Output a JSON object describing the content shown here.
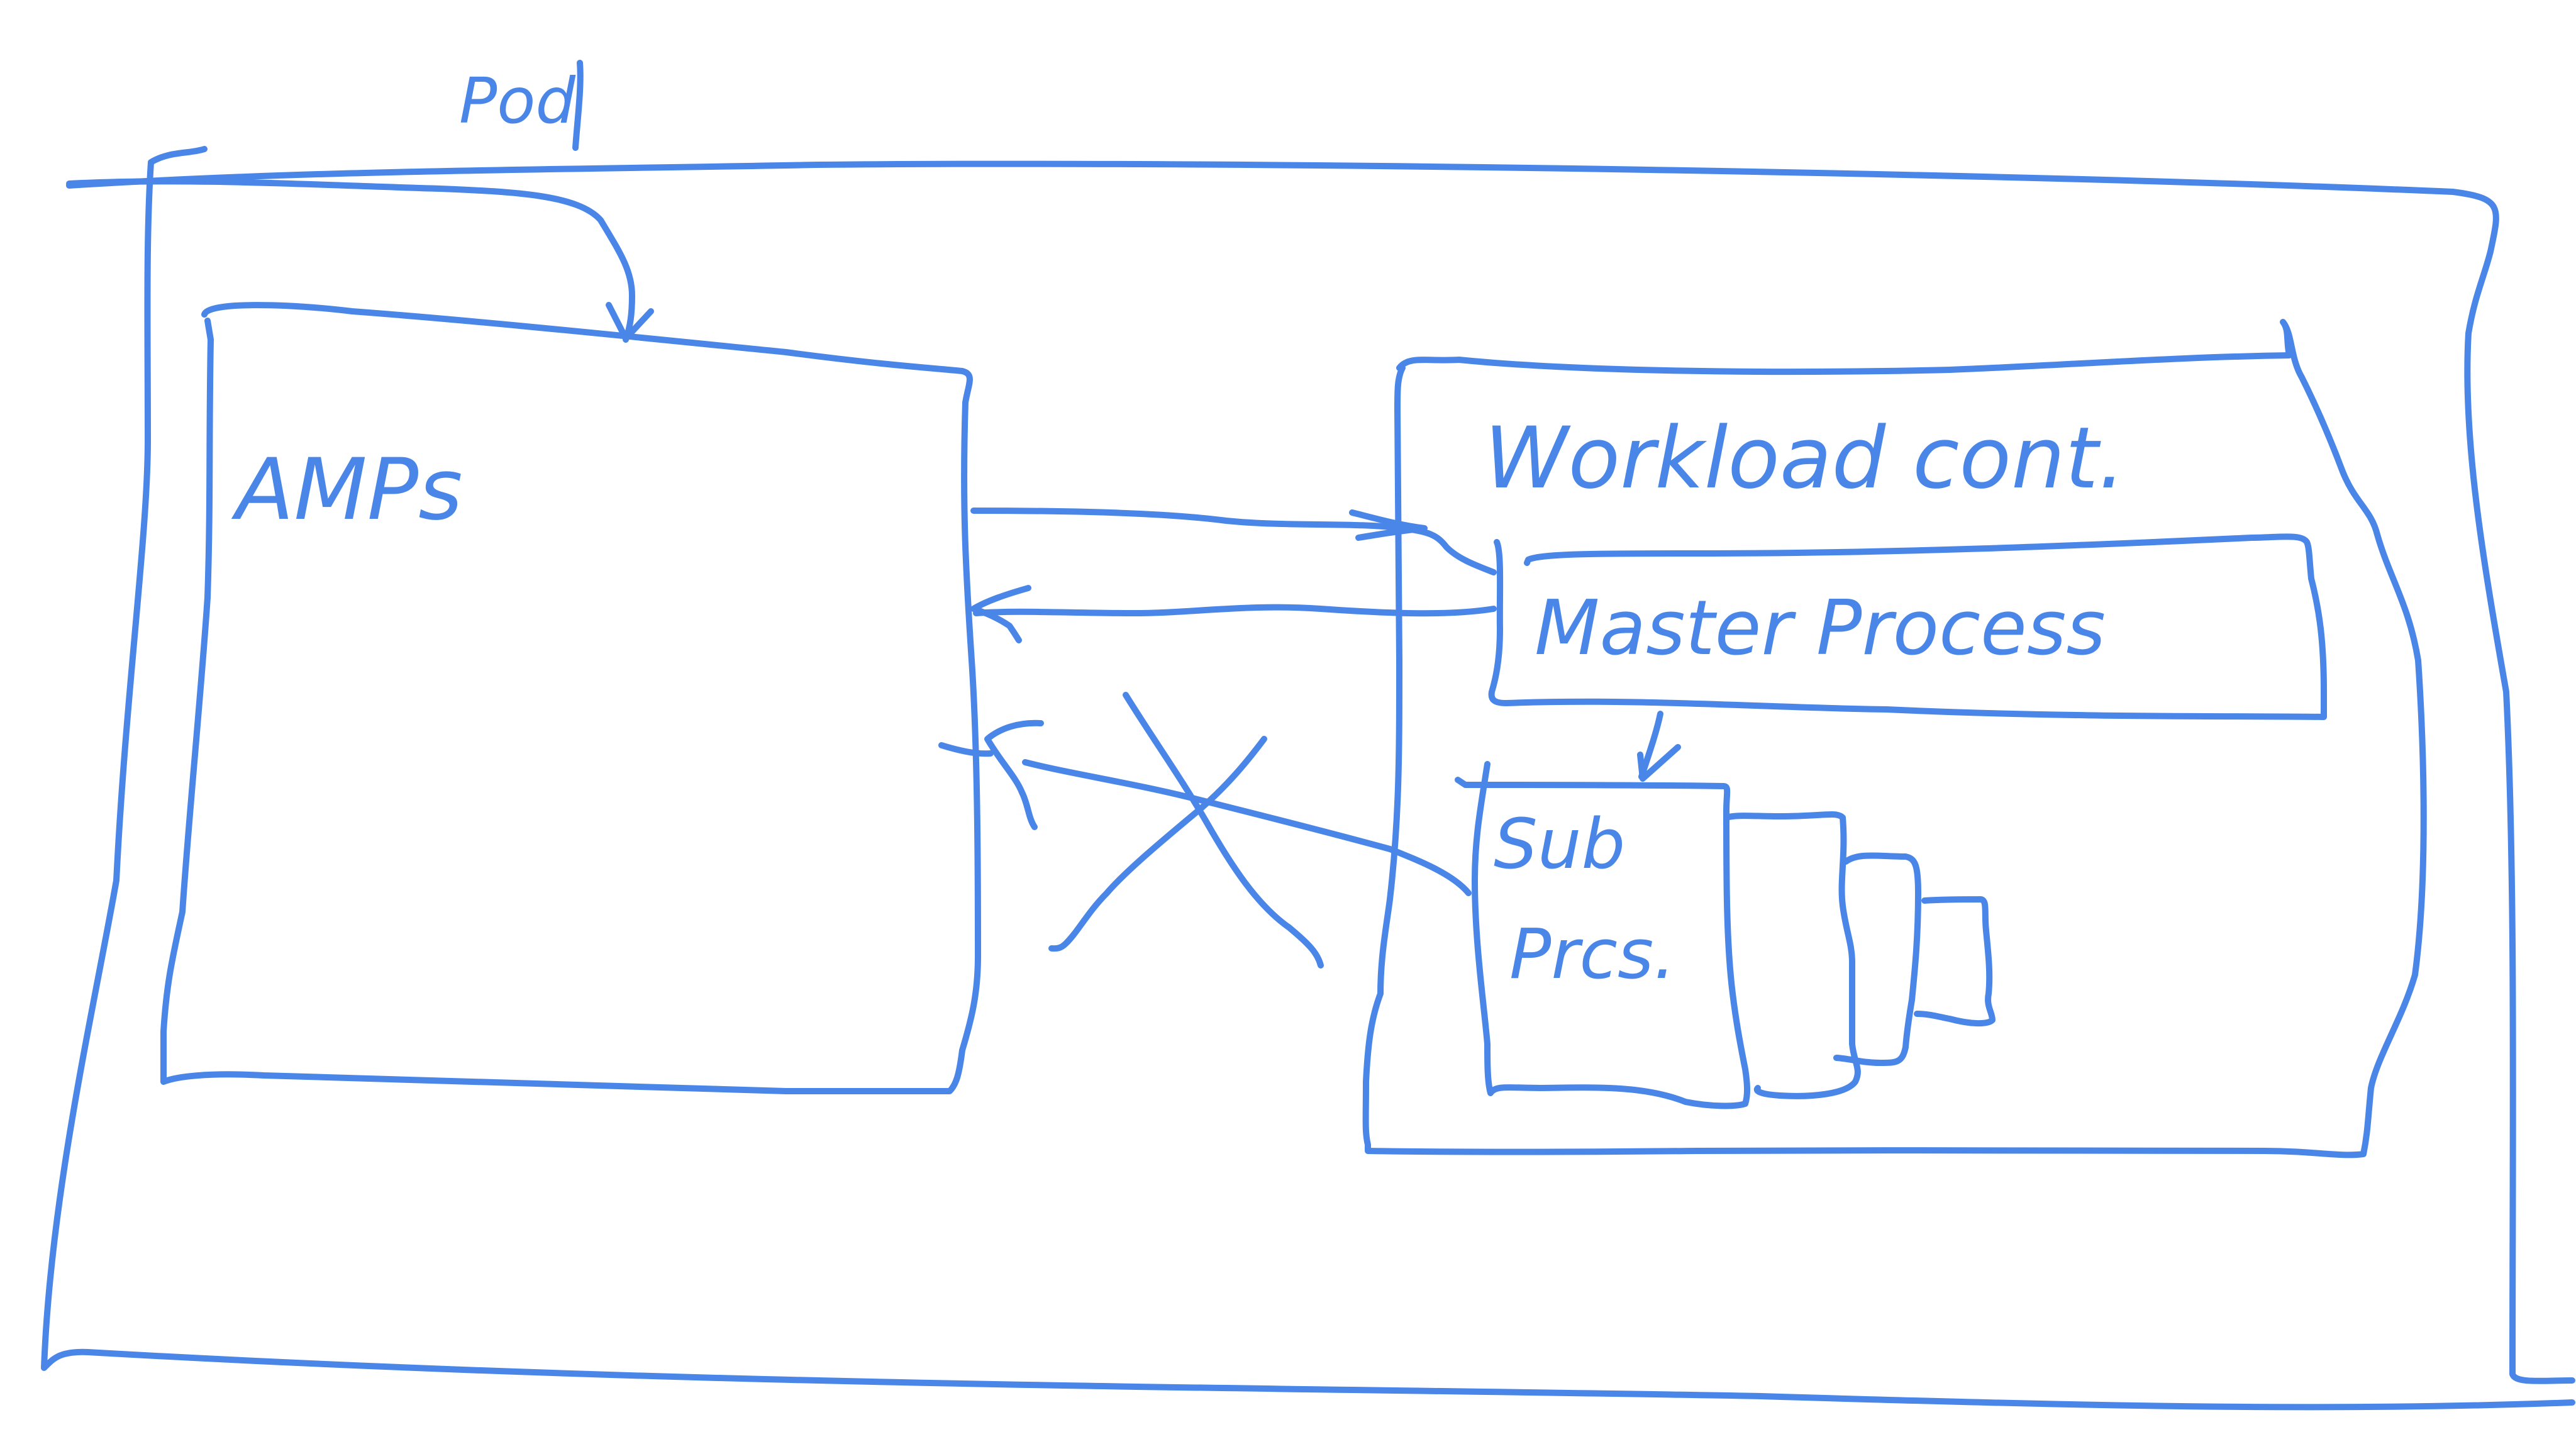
{
  "diagram": {
    "colors": {
      "ink": "#4a86e8",
      "background": "#ffffff"
    },
    "labels": {
      "pod": "Pod",
      "amps": "AMPs",
      "workload_container": "Workload cont.",
      "master_process": "Master Process",
      "sub_process_line1": "Sub",
      "sub_process_line2": "Prcs."
    }
  }
}
